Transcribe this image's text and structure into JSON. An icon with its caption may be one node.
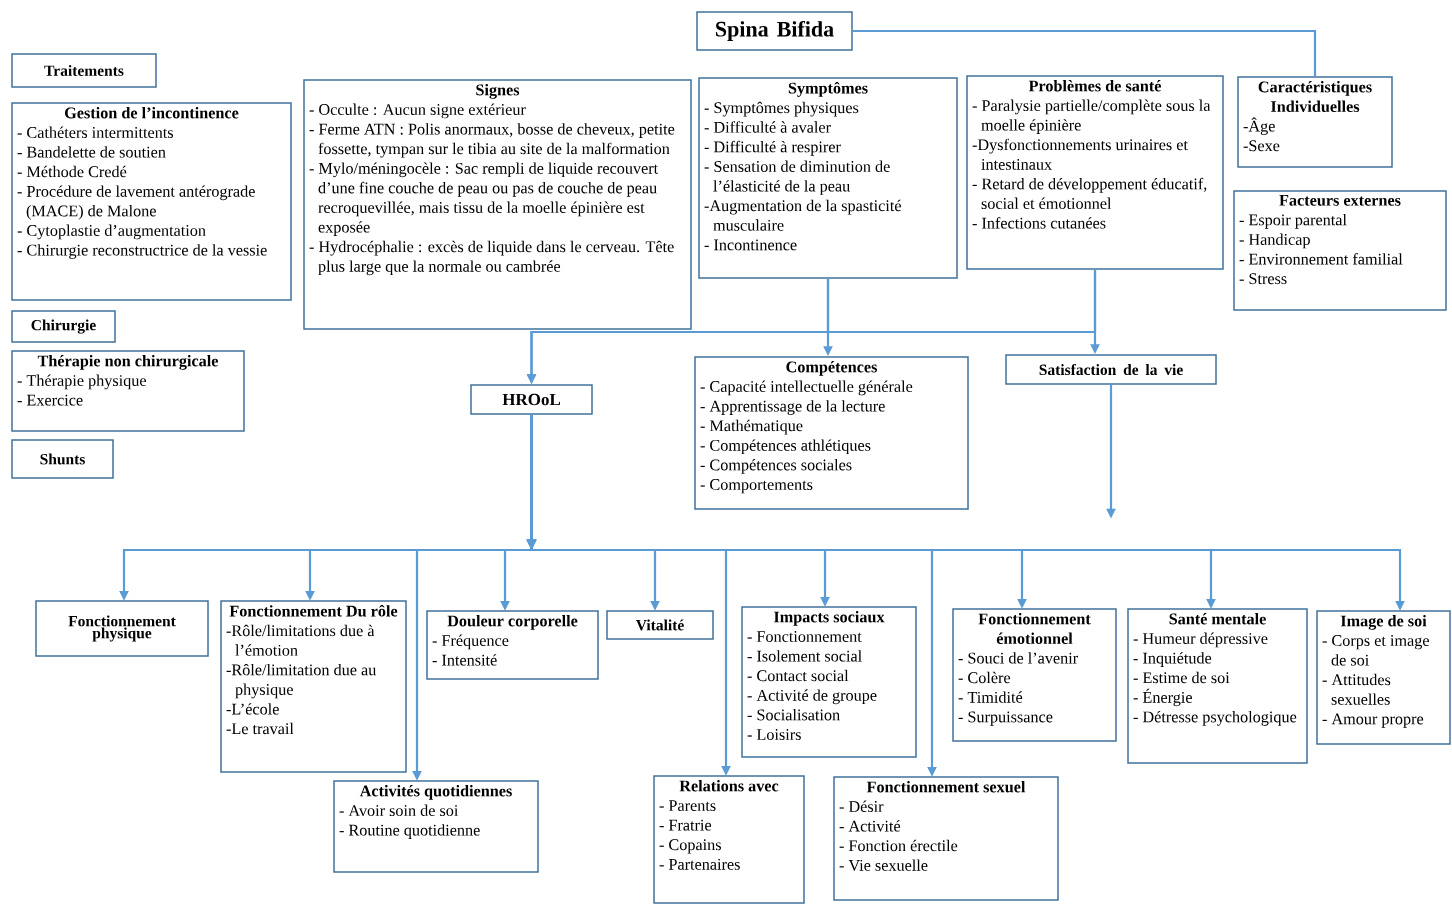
{
  "diagram": {
    "nodes": [
      {
        "text": [
          "Spina Bifida"
        ]
      },
      {
        "text": [
          "Traitements"
        ]
      },
      {
        "text": [
          "Gestion de l’incontinence",
          "- Cathéters intermittents",
          "- Bandelette de soutien",
          "- Méthode Credé",
          "- Procédure de lavement antérograde (MACE) de Malone",
          "- Cytoplastie d’augmentation",
          "- Chirurgie reconstructrice de la vessie"
        ]
      },
      {
        "text": [
          "Chirurgie"
        ]
      },
      {
        "text": [
          "Thérapie non chirurgicale",
          "- Thérapie physique",
          "- Exercice"
        ]
      },
      {
        "text": [
          "Shunts"
        ]
      },
      {
        "text": [
          "Signes",
          "- Occulte : Aucun signe extérieur",
          "- Ferme ATN : Polis anormaux, bosse de cheveux, petite fossette, tympan sur le tibia au site de la malformation",
          "- Mylo/méningocèle : Sac rempli de liquide recouvert d’une fine couche de peau ou pas de couche de peau recroquevillée, mais tissu de la moelle épinière est exposée",
          "- Hydrocéphalie : excès de liquide dans le cerveau. Tête plus large que la normale ou cambrée"
        ]
      },
      {
        "text": [
          "Symptômes",
          "- Symptômes physiques",
          "- Difficulté à avaler",
          "- Difficulté à respirer",
          "- Sensation de diminution de l’élasticité de la peau",
          "-Augmentation de la spasticité musculaire",
          "- Incontinence"
        ]
      },
      {
        "text": [
          "Problèmes de santé",
          "- Paralysie partielle/complète sous la moelle épinière",
          "-Dysfonctionnements urinaires et intestinaux",
          "- Retard de développement éducatif, social et émotionnel",
          "- Infections cutanées"
        ]
      },
      {
        "text": [
          "Caractéristiques Individuelles",
          "-Âge",
          "-Sexe"
        ]
      },
      {
        "text": [
          "Facteurs externes",
          "- Espoir parental",
          "- Handicap",
          "- Environnement familial",
          "- Stress"
        ]
      },
      {
        "text": [
          "HROoL"
        ]
      },
      {
        "text": [
          "Compétences",
          "- Capacité intellectuelle générale",
          "- Apprentissage de la lecture",
          "- Mathématique",
          "- Compétences athlétiques",
          "- Compétences sociales",
          "- Comportements"
        ]
      },
      {
        "text": [
          "Satisfaction de la vie"
        ]
      },
      {
        "text": [
          "Fonctionnement physique"
        ]
      },
      {
        "text": [
          "Fonctionnement Du rôle",
          "-Rôle/limitations due à l’émotion",
          "-Rôle/limitation due au physique",
          "-L’école",
          "-Le travail"
        ]
      },
      {
        "text": [
          "Activités quotidiennes",
          "- Avoir soin de soi",
          "- Routine quotidienne"
        ]
      },
      {
        "text": [
          "Douleur corporelle",
          "- Fréquence",
          "- Intensité"
        ]
      },
      {
        "text": [
          "Vitalité"
        ]
      },
      {
        "text": [
          "Relations avec",
          "- Parents",
          "- Fratrie",
          "- Copains",
          "- Partenaires"
        ]
      },
      {
        "text": [
          "Impacts sociaux",
          "- Fonctionnement",
          "- Isolement social",
          "- Contact social",
          "- Activité de groupe",
          "- Socialisation",
          "- Loisirs"
        ]
      },
      {
        "text": [
          "Fonctionnement sexuel",
          "- Désir",
          "- Activité",
          "- Fonction érectile",
          "- Vie sexuelle"
        ]
      },
      {
        "text": [
          "Fonctionnement émotionnel",
          "- Souci de l’avenir",
          "- Colère",
          "- Timidité",
          "- Surpuissance"
        ]
      },
      {
        "text": [
          "Santé mentale",
          "- Humeur dépressive",
          "- Inquiétude",
          "- Estime de soi",
          "- Énergie",
          "- Détresse psychologique"
        ]
      },
      {
        "text": [
          "Image de soi",
          "- Corps et image de soi",
          "- Attitudes sexuelles",
          "- Amour propre"
        ]
      }
    ],
    "edges": [
      {
        "from": 0,
        "to": 9,
        "arrow": "none"
      },
      {
        "from": 7,
        "to": 12,
        "arrow": "to"
      },
      {
        "from": 8,
        "to": 13,
        "arrow": "to"
      },
      {
        "from": 7,
        "to": 11,
        "arrow": "to"
      },
      {
        "from": 8,
        "to": 11,
        "arrow": "to"
      },
      {
        "from": 13,
        "to": null,
        "arrow": "to"
      },
      {
        "from": 11,
        "to": 14,
        "arrow": "to"
      },
      {
        "from": 11,
        "to": 15,
        "arrow": "to"
      },
      {
        "from": 11,
        "to": 16,
        "arrow": "to"
      },
      {
        "from": 11,
        "to": 17,
        "arrow": "to"
      },
      {
        "from": 11,
        "to": 18,
        "arrow": "to"
      },
      {
        "from": 11,
        "to": 19,
        "arrow": "to"
      },
      {
        "from": 11,
        "to": 20,
        "arrow": "to"
      },
      {
        "from": 11,
        "to": 21,
        "arrow": "to"
      },
      {
        "from": 11,
        "to": 22,
        "arrow": "to"
      },
      {
        "from": 11,
        "to": 23,
        "arrow": "to"
      },
      {
        "from": 11,
        "to": 24,
        "arrow": "to"
      }
    ]
  }
}
